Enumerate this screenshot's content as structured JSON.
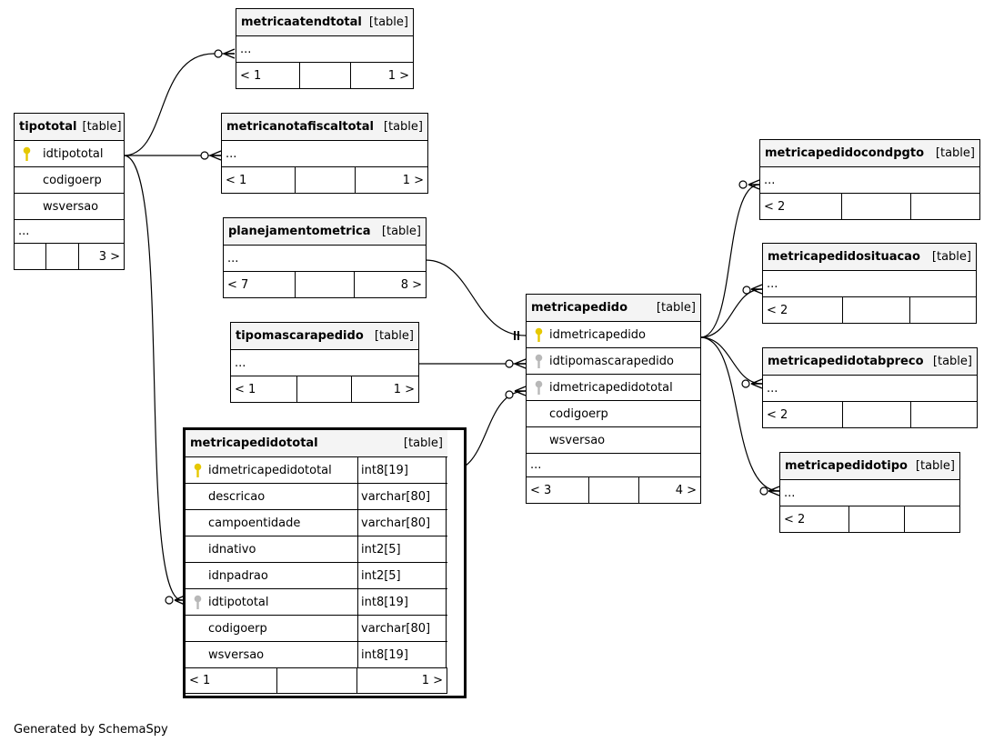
{
  "diagram": {
    "tables": {
      "metricaatendtotal": {
        "name": "metricaatendtotal",
        "kind": "[table]",
        "rows": [
          "..."
        ],
        "foot": [
          "< 1",
          "",
          "1 >"
        ]
      },
      "metricanotafiscaltotal": {
        "name": "metricanotafiscaltotal",
        "kind": "[table]",
        "rows": [
          "..."
        ],
        "foot": [
          "< 1",
          "",
          "1 >"
        ]
      },
      "tipototal": {
        "name": "tipototal",
        "kind": "[table]",
        "rows": [
          "idtipototal",
          "codigoerp",
          "wsversao",
          "..."
        ],
        "foot": [
          "",
          "",
          "3 >"
        ]
      },
      "planejamentometrica": {
        "name": "planejamentometrica",
        "kind": "[table]",
        "rows": [
          "..."
        ],
        "foot": [
          "< 7",
          "",
          "8 >"
        ]
      },
      "tipomascarapedido": {
        "name": "tipomascarapedido",
        "kind": "[table]",
        "rows": [
          "..."
        ],
        "foot": [
          "< 1",
          "",
          "1 >"
        ]
      },
      "metricapedido": {
        "name": "metricapedido",
        "kind": "[table]",
        "rows": [
          "idmetricapedido",
          "idtipomascarapedido",
          "idmetricapedidototal",
          "codigoerp",
          "wsversao",
          "..."
        ],
        "foot": [
          "< 3",
          "",
          "4 >"
        ]
      },
      "metricapedidocondpgto": {
        "name": "metricapedidocondpgto",
        "kind": "[table]",
        "rows": [
          "..."
        ],
        "foot": [
          "< 2",
          "",
          ""
        ]
      },
      "metricapedidosituacao": {
        "name": "metricapedidosituacao",
        "kind": "[table]",
        "rows": [
          "..."
        ],
        "foot": [
          "< 2",
          "",
          ""
        ]
      },
      "metricapedidotabpreco": {
        "name": "metricapedidotabpreco",
        "kind": "[table]",
        "rows": [
          "..."
        ],
        "foot": [
          "< 2",
          "",
          ""
        ]
      },
      "metricapedidotipo": {
        "name": "metricapedidotipo",
        "kind": "[table]",
        "rows": [
          "..."
        ],
        "foot": [
          "< 2",
          "",
          ""
        ]
      },
      "metricapedidototal": {
        "name": "metricapedidototal",
        "kind": "[table]",
        "columns": [
          {
            "name": "idmetricapedidototal",
            "type": "int8[19]"
          },
          {
            "name": "descricao",
            "type": "varchar[80]"
          },
          {
            "name": "campoentidade",
            "type": "varchar[80]"
          },
          {
            "name": "idnativo",
            "type": "int2[5]"
          },
          {
            "name": "idnpadrao",
            "type": "int2[5]"
          },
          {
            "name": "idtipototal",
            "type": "int8[19]"
          },
          {
            "name": "codigoerp",
            "type": "varchar[80]"
          },
          {
            "name": "wsversao",
            "type": "int8[19]"
          }
        ],
        "foot": [
          "< 1",
          "",
          "1 >"
        ]
      }
    },
    "colors": {
      "primary_key": "#e6c800",
      "foreign_key": "#b8b8b8",
      "header_bg": "#f4f4f4"
    },
    "footer": "Generated by SchemaSpy"
  }
}
